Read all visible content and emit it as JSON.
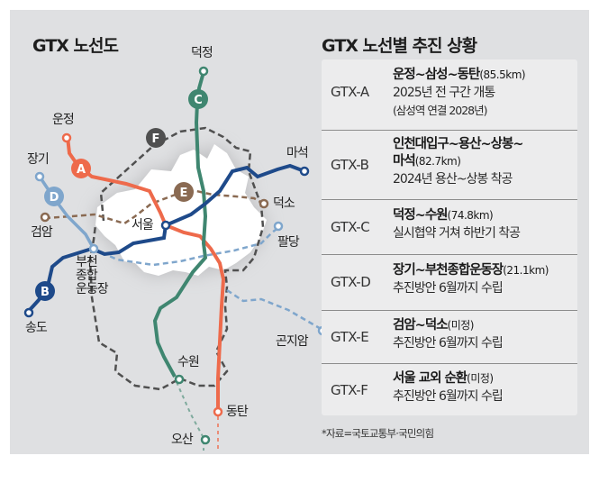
{
  "map": {
    "title": "GTX 노선도",
    "lines": [
      {
        "id": "A",
        "color": "#ee6a4b"
      },
      {
        "id": "B",
        "color": "#1e4a8a"
      },
      {
        "id": "C",
        "color": "#3f8670"
      },
      {
        "id": "D",
        "color": "#7fa6cc"
      },
      {
        "id": "E",
        "color": "#8a6a52"
      },
      {
        "id": "F",
        "color": "#505050"
      }
    ],
    "stations": {
      "deokjeong": "덕정",
      "unjeong": "운정",
      "janggi": "장기",
      "geomam": "검암",
      "bucheon_1": "부천",
      "bucheon_2": "종합",
      "bucheon_3": "운동장",
      "songdo": "송도",
      "maseok": "마석",
      "deokso": "덕소",
      "paldang": "팔당",
      "seoul": "서울",
      "gonjiam": "곤지암",
      "suwon": "수원",
      "dongtan": "동탄",
      "osan": "오산"
    }
  },
  "status": {
    "title": "GTX 노선별 추진 상황",
    "rows": [
      {
        "code": "GTX-A",
        "route": "운정~삼성~동탄",
        "length": "(85.5km)",
        "desc1": "2025년 전 구간 개통",
        "desc2": "(삼성역 연결 2028년)"
      },
      {
        "code": "GTX-B",
        "route": "인천대입구~용산~상봉~",
        "route2": "마석",
        "length": "(82.7km)",
        "desc1": "2024년 용산~상봉 착공"
      },
      {
        "code": "GTX-C",
        "route": "덕정~수원",
        "length": "(74.8km)",
        "desc1": "실시협약 거쳐 하반기 착공"
      },
      {
        "code": "GTX-D",
        "route": "장기~부천종합운동장",
        "length": "(21.1km)",
        "desc1": "추진방안 6월까지 수립"
      },
      {
        "code": "GTX-E",
        "route": "검암~덕소",
        "length": "(미정)",
        "desc1": "추진방안 6월까지 수립"
      },
      {
        "code": "GTX-F",
        "route": "서울 교외 순환",
        "length": "(미정)",
        "desc1": "추진방안 6월까지 수립"
      }
    ],
    "source": "*자료=국토교통부·국민의힘"
  }
}
